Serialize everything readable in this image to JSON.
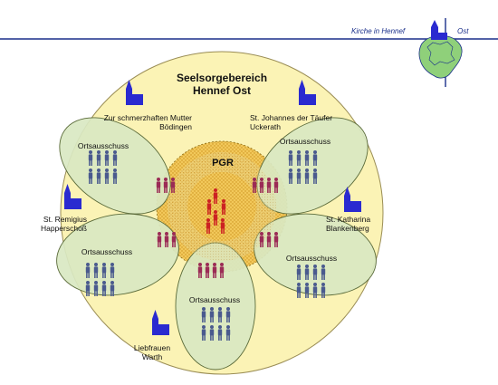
{
  "header": {
    "left_text": "Kirche in Hennef",
    "right_text": "Ost"
  },
  "diagram": {
    "title_line1": "Seelsorgebereich",
    "title_line2": "Hennef Ost",
    "center_label": "PGR",
    "council_label": "Ortsausschuss",
    "parishes": [
      {
        "name_line1": "Zur schmerzhaften Mutter",
        "name_line2": "Bödingen"
      },
      {
        "name_line1": "St. Johannes der Täufer",
        "name_line2": "Uckerath"
      },
      {
        "name_line1": "St. Remigius",
        "name_line2": "Happerschoß"
      },
      {
        "name_line1": "St. Katharina",
        "name_line2": "Blankenberg"
      },
      {
        "name_line1": "Liebfrauen",
        "name_line2": "Warth"
      }
    ]
  },
  "colors": {
    "header_line": "#1a2f8a",
    "outer_circle": "#fbf3b5",
    "petal": "#d9e8c2",
    "center": "#f0c34e",
    "person_blue": "#4a5a8e",
    "person_red": "#9b2b55",
    "person_center": "#cc2222",
    "church": "#2a2ad0"
  }
}
